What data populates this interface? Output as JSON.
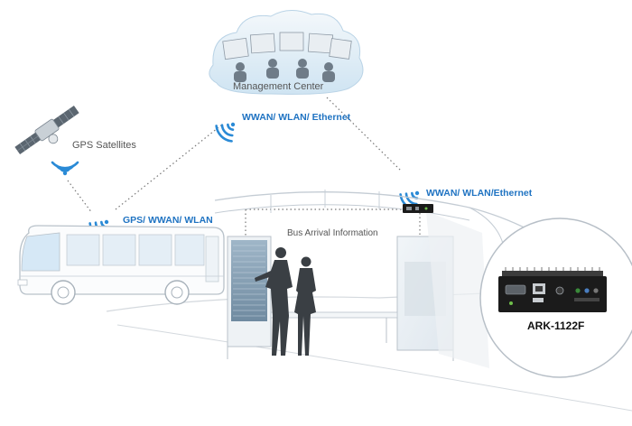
{
  "labels": {
    "management_center": "Management Center",
    "gps_satellites": "GPS Satellites",
    "link_center": "WWAN/ WLAN/ Ethernet",
    "link_bus": "GPS/ WWAN/ WLAN",
    "link_stop": "WWAN/ WLAN/Ethernet",
    "bus_arrival": "Bus Arrival Information",
    "device_model": "ARK-1122F"
  },
  "colors": {
    "accent": "#1f73c2",
    "signal": "#2a8ad6",
    "outline": "#c4ccd4",
    "glass": "#e6eef4",
    "bus_window": "#d6e8f6",
    "device": "#1b1b1b"
  },
  "icons": [
    "satellite-icon",
    "wifi-signal-icon",
    "bus-icon",
    "people-silhouette-icon",
    "embedded-pc-icon"
  ]
}
